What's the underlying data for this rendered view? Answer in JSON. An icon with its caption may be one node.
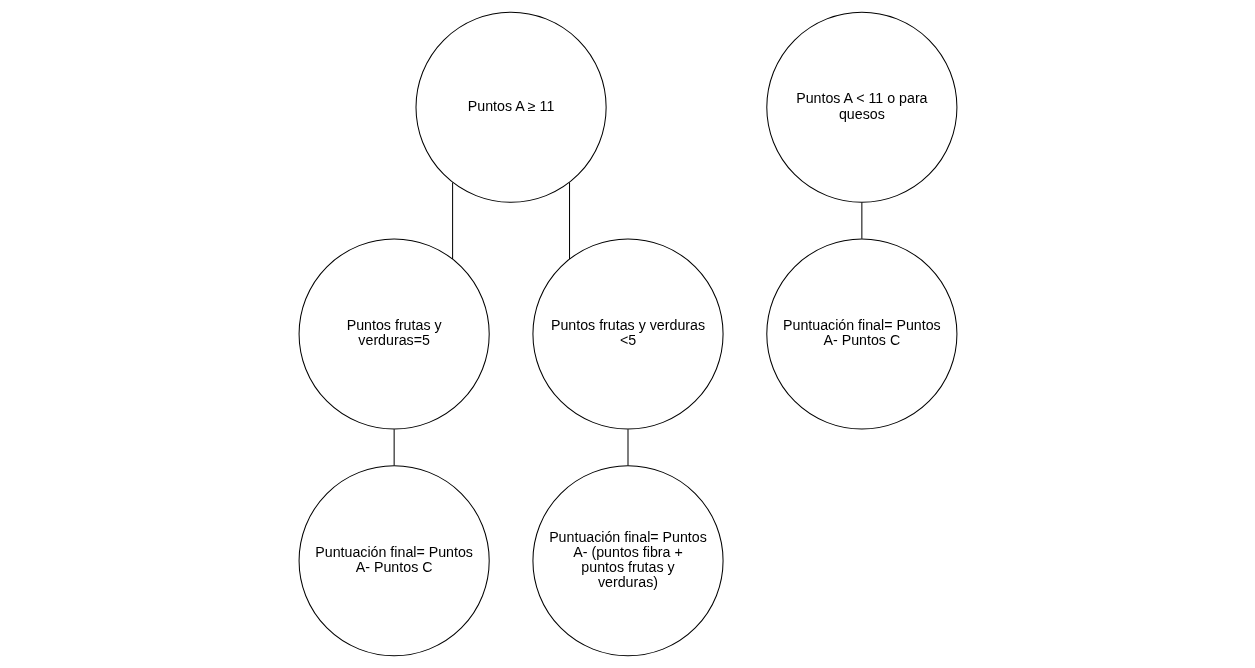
{
  "diagram": {
    "nodes": [
      {
        "text": [
          "Puntos A ≥ 11"
        ]
      },
      {
        "text": [
          "Puntos A < 11 o para quesos"
        ]
      },
      {
        "text": [
          "Puntos frutas y verduras=5"
        ]
      },
      {
        "text": [
          "Puntos frutas y verduras <5"
        ]
      },
      {
        "text": [
          "Puntuación final= Puntos A- Puntos C"
        ]
      },
      {
        "text": [
          "Puntuación final= Puntos A- Puntos C"
        ]
      },
      {
        "text": [
          "Puntuación final= Puntos A- (puntos fibra + puntos frutas y verduras)"
        ]
      }
    ],
    "edges": [
      {
        "from": 0,
        "to": 2,
        "arrow": "none"
      },
      {
        "from": 0,
        "to": 3,
        "arrow": "none"
      },
      {
        "from": 1,
        "to": 4,
        "arrow": "none"
      },
      {
        "from": 2,
        "to": 5,
        "arrow": "none"
      },
      {
        "from": 3,
        "to": 6,
        "arrow": "none"
      }
    ]
  }
}
